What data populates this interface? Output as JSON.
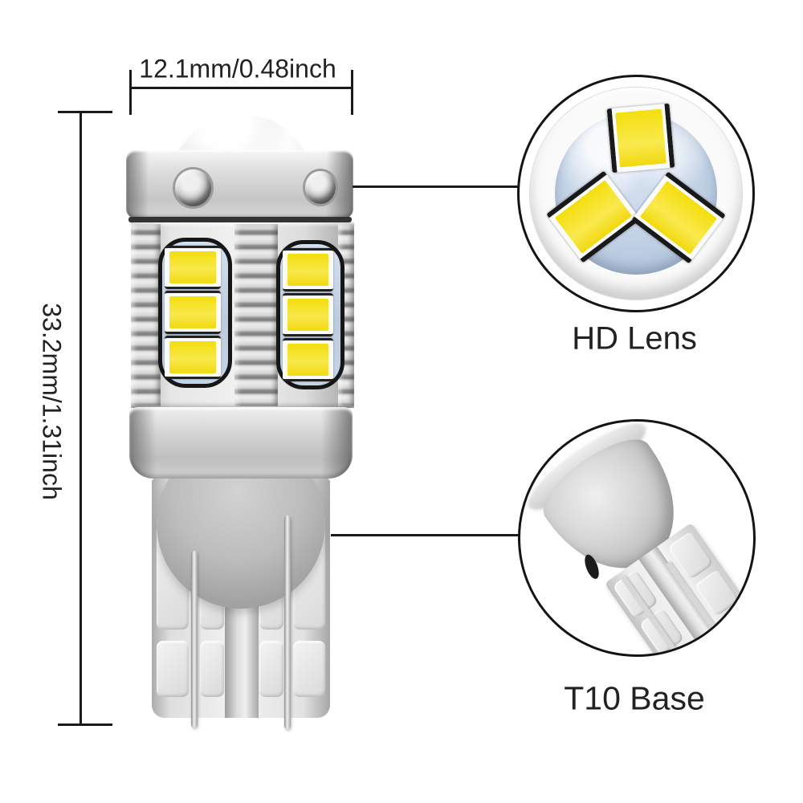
{
  "labels": {
    "width_dimension": "12.1mm/0.48inch",
    "height_dimension": "33.2mm/1.31inch",
    "lens_callout": "HD Lens",
    "base_callout": "T10 Base"
  },
  "colors": {
    "background": "#ffffff",
    "annotation_line": "#1a1a1a",
    "text": "#222222",
    "led_yellow": "#f5e11c",
    "lens_blue": "#bfd0e4",
    "metal_light": "#f2f2f2",
    "metal_dark": "#a6a6a6",
    "window_outline": "#161616"
  }
}
